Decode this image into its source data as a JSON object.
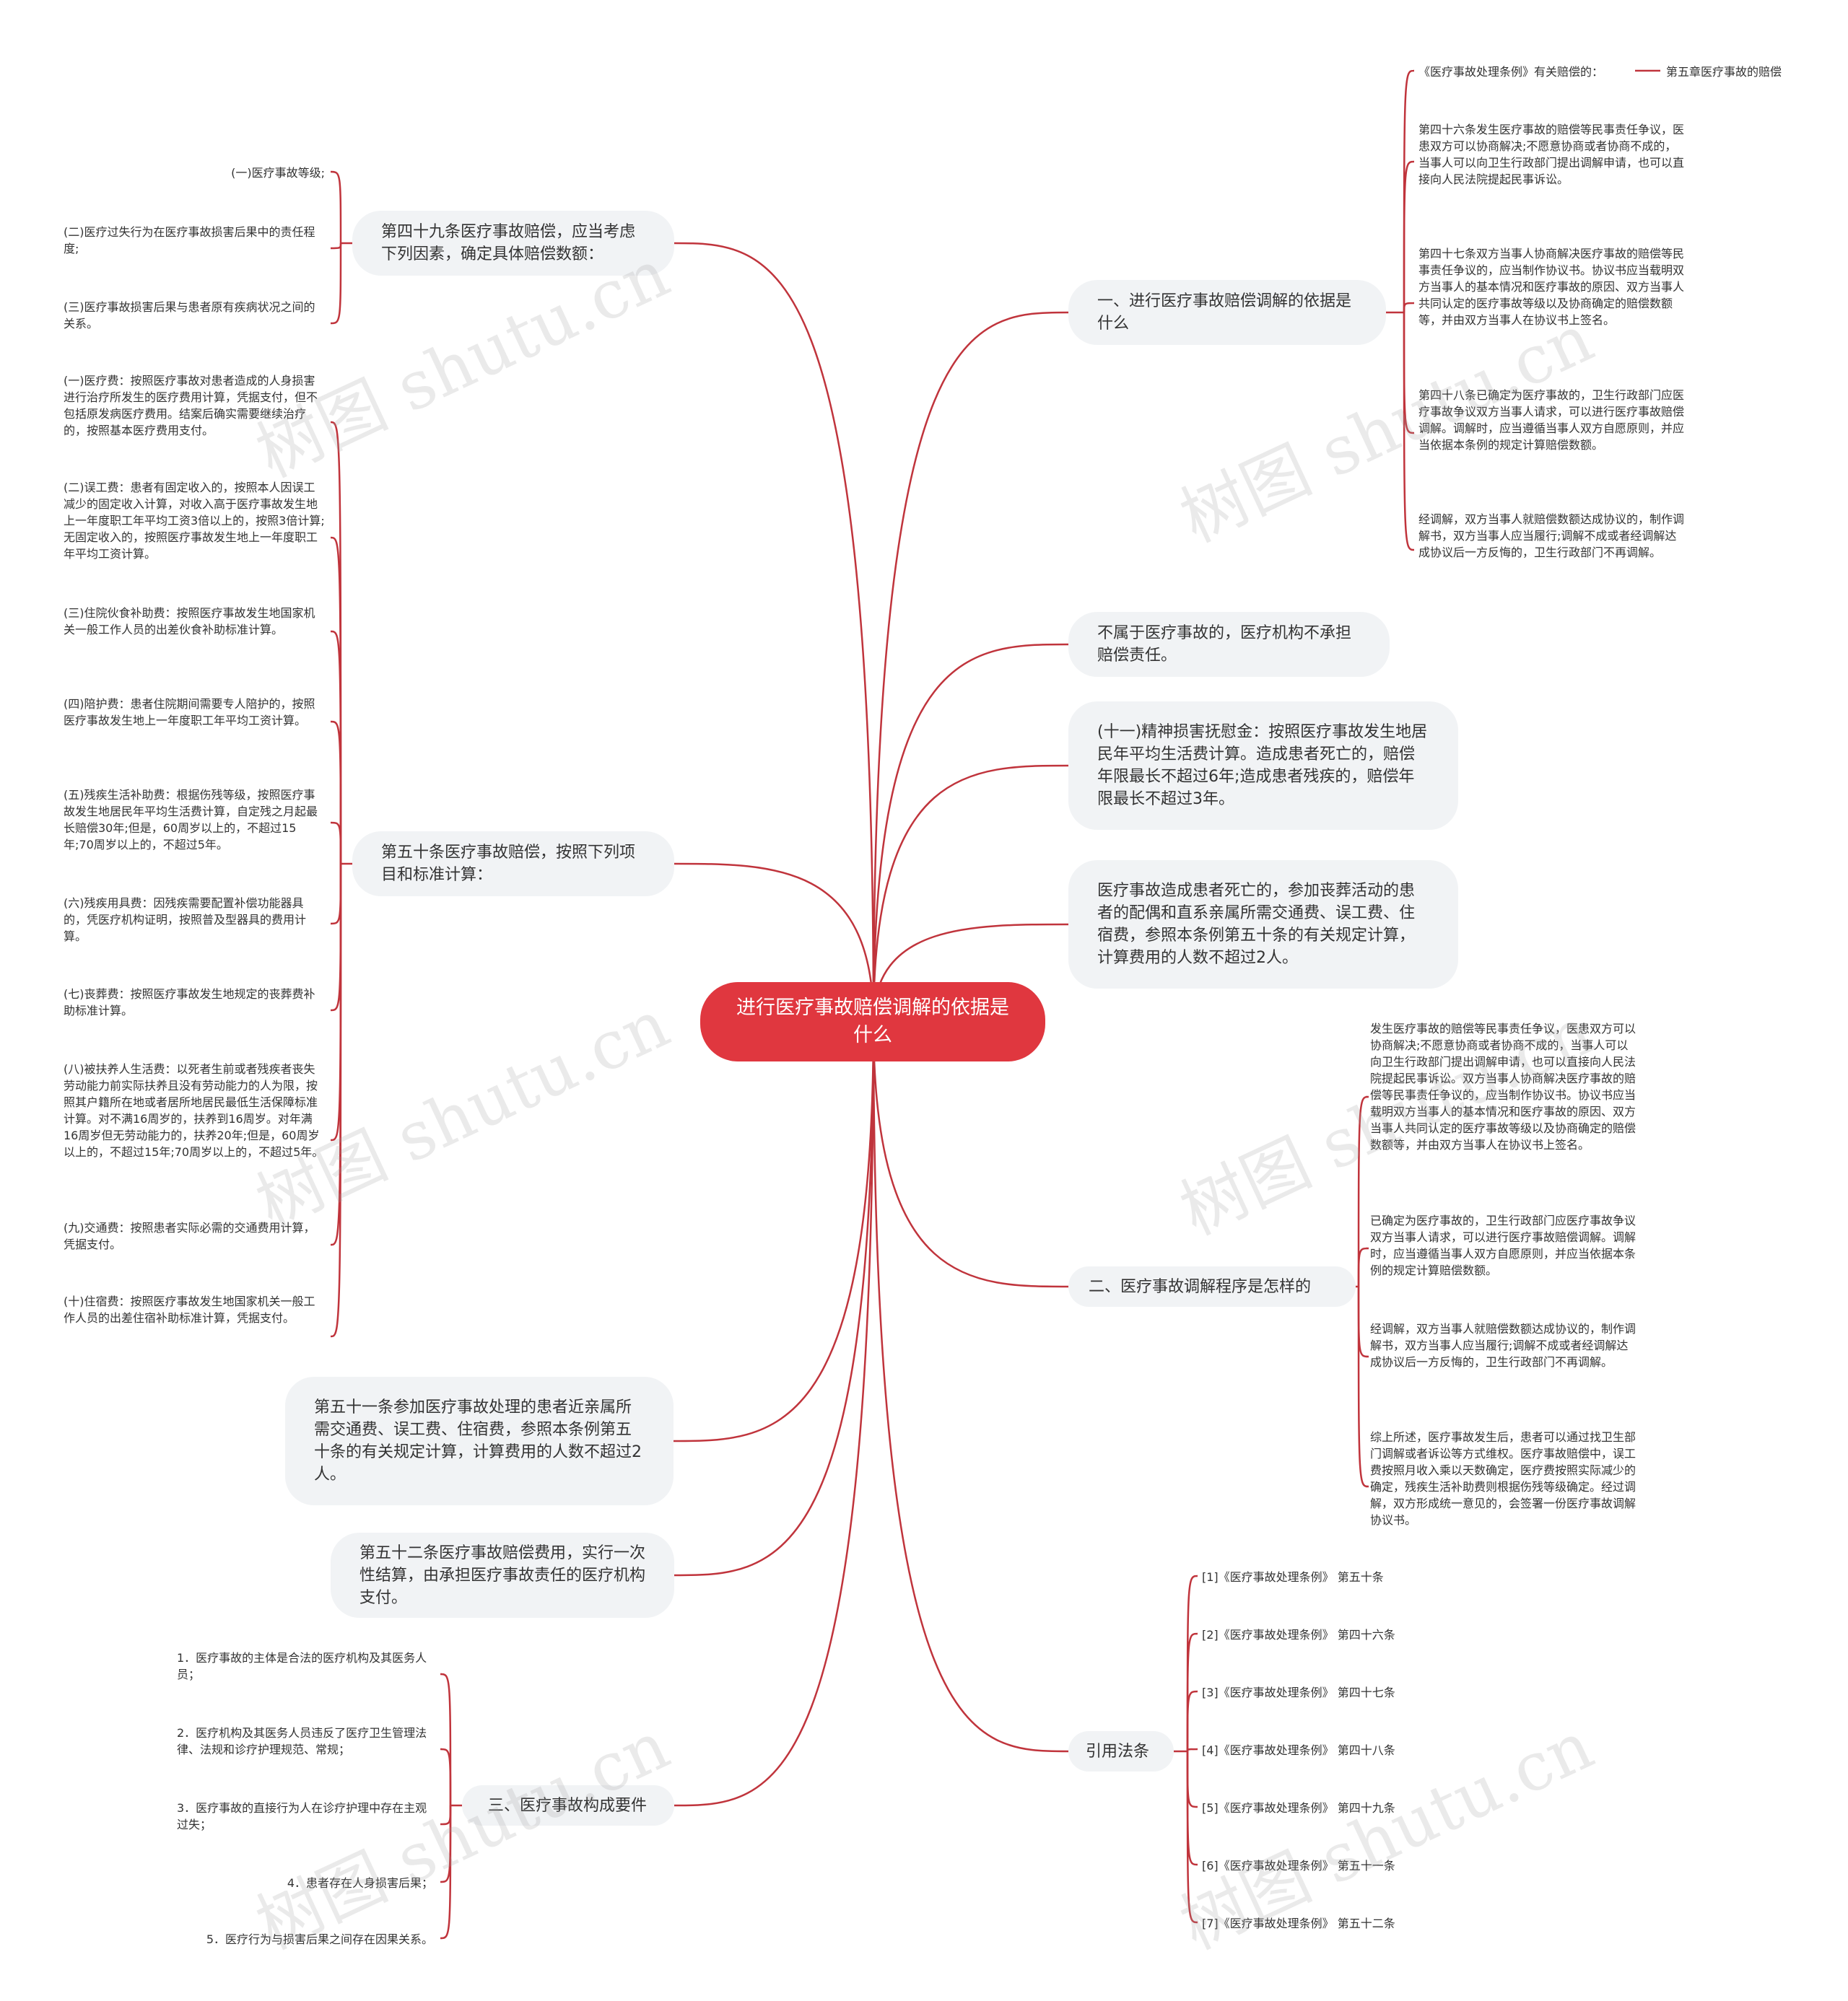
{
  "root": {
    "title": "进行医疗事故赔偿调解的依据是什么"
  },
  "watermark": "树图 shutu.cn",
  "colors": {
    "root": "#e0373f",
    "line": "#c0343c",
    "branch_bg": "#f1f3f5"
  },
  "left": {
    "b49": {
      "label": "第四十九条医疗事故赔偿，应当考虑下列因素，确定具体赔偿数额：",
      "items": [
        "(一)医疗事故等级;",
        "(二)医疗过失行为在医疗事故损害后果中的责任程度;",
        "(三)医疗事故损害后果与患者原有疾病状况之间的关系。"
      ]
    },
    "b50": {
      "label": "第五十条医疗事故赔偿，按照下列项目和标准计算：",
      "items": [
        "(一)医疗费：按照医疗事故对患者造成的人身损害进行治疗所发生的医疗费用计算，凭据支付，但不包括原发病医疗费用。结案后确实需要继续治疗的，按照基本医疗费用支付。",
        "(二)误工费：患者有固定收入的，按照本人因误工减少的固定收入计算，对收入高于医疗事故发生地上一年度职工年平均工资3倍以上的，按照3倍计算;无固定收入的，按照医疗事故发生地上一年度职工年平均工资计算。",
        "(三)住院伙食补助费：按照医疗事故发生地国家机关一般工作人员的出差伙食补助标准计算。",
        "(四)陪护费：患者住院期间需要专人陪护的，按照医疗事故发生地上一年度职工年平均工资计算。",
        "(五)残疾生活补助费：根据伤残等级，按照医疗事故发生地居民年平均生活费计算，自定残之月起最长赔偿30年;但是，60周岁以上的，不超过15年;70周岁以上的，不超过5年。",
        "(六)残疾用具费：因残疾需要配置补偿功能器具的，凭医疗机构证明，按照普及型器具的费用计算。",
        "(七)丧葬费：按照医疗事故发生地规定的丧葬费补助标准计算。",
        "(八)被扶养人生活费：以死者生前或者残疾者丧失劳动能力前实际扶养且没有劳动能力的人为限，按照其户籍所在地或者居所地居民最低生活保障标准计算。对不满16周岁的，扶养到16周岁。对年满16周岁但无劳动能力的，扶养20年;但是，60周岁以上的，不超过15年;70周岁以上的，不超过5年。",
        "(九)交通费：按照患者实际必需的交通费用计算，凭据支付。",
        "(十)住宿费：按照医疗事故发生地国家机关一般工作人员的出差住宿补助标准计算，凭据支付。"
      ]
    },
    "b51": {
      "label": "第五十一条参加医疗事故处理的患者近亲属所需交通费、误工费、住宿费，参照本条例第五十条的有关规定计算，计算费用的人数不超过2人。"
    },
    "b52": {
      "label": "第五十二条医疗事故赔偿费用，实行一次性结算，由承担医疗事故责任的医疗机构支付。"
    },
    "b3": {
      "label": "三、医疗事故构成要件",
      "items": [
        "1．医疗事故的主体是合法的医疗机构及其医务人员；",
        "2．医疗机构及其医务人员违反了医疗卫生管理法律、法规和诊疗护理规范、常规；",
        "3．医疗事故的直接行为人在诊疗护理中存在主观过失；",
        "4．患者存在人身损害后果；",
        "5．医疗行为与损害后果之间存在因果关系。"
      ]
    }
  },
  "right": {
    "b1": {
      "label": "一、进行医疗事故赔偿调解的依据是什么",
      "items": [
        "《医疗事故处理条例》有关赔偿的：",
        "第四十六条发生医疗事故的赔偿等民事责任争议，医患双方可以协商解决;不愿意协商或者协商不成的，当事人可以向卫生行政部门提出调解申请，也可以直接向人民法院提起民事诉讼。",
        "第四十七条双方当事人协商解决医疗事故的赔偿等民事责任争议的，应当制作协议书。协议书应当载明双方当事人的基本情况和医疗事故的原因、双方当事人共同认定的医疗事故等级以及协商确定的赔偿数额等，并由双方当事人在协议书上签名。",
        "第四十八条已确定为医疗事故的，卫生行政部门应医疗事故争议双方当事人请求，可以进行医疗事故赔偿调解。调解时，应当遵循当事人双方自愿原则，并应当依据本条例的规定计算赔偿数额。",
        "经调解，双方当事人就赔偿数额达成协议的，制作调解书，双方当事人应当履行;调解不成或者经调解达成协议后一方反悔的，卫生行政部门不再调解。"
      ],
      "sub": "第五章医疗事故的赔偿"
    },
    "bNot": {
      "label": "不属于医疗事故的，医疗机构不承担赔偿责任。"
    },
    "b11": {
      "label": "(十一)精神损害抚慰金：按照医疗事故发生地居民年平均生活费计算。造成患者死亡的，赔偿年限最长不超过6年;造成患者残疾的，赔偿年限最长不超过3年。"
    },
    "bDeath": {
      "label": "医疗事故造成患者死亡的，参加丧葬活动的患者的配偶和直系亲属所需交通费、误工费、住宿费，参照本条例第五十条的有关规定计算，计算费用的人数不超过2人。"
    },
    "b2": {
      "label": "二、医疗事故调解程序是怎样的",
      "items": [
        "发生医疗事故的赔偿等民事责任争议，医患双方可以协商解决;不愿意协商或者协商不成的，当事人可以向卫生行政部门提出调解申请，也可以直接向人民法院提起民事诉讼。双方当事人协商解决医疗事故的赔偿等民事责任争议的，应当制作协议书。协议书应当载明双方当事人的基本情况和医疗事故的原因、双方当事人共同认定的医疗事故等级以及协商确定的赔偿数额等，并由双方当事人在协议书上签名。",
        "已确定为医疗事故的，卫生行政部门应医疗事故争议双方当事人请求，可以进行医疗事故赔偿调解。调解时，应当遵循当事人双方自愿原则，并应当依据本条例的规定计算赔偿数额。",
        "经调解，双方当事人就赔偿数额达成协议的，制作调解书，双方当事人应当履行;调解不成或者经调解达成协议后一方反悔的，卫生行政部门不再调解。",
        "综上所述，医疗事故发生后，患者可以通过找卫生部门调解或者诉讼等方式维权。医疗事故赔偿中，误工费按照月收入乘以天数确定，医疗费按照实际减少的确定，残疾生活补助费则根据伤残等级确定。经过调解，双方形成统一意见的，会签署一份医疗事故调解协议书。"
      ]
    },
    "bRef": {
      "label": "引用法条",
      "items": [
        "[1]《医疗事故处理条例》 第五十条",
        "[2]《医疗事故处理条例》 第四十六条",
        "[3]《医疗事故处理条例》 第四十七条",
        "[4]《医疗事故处理条例》 第四十八条",
        "[5]《医疗事故处理条例》 第四十九条",
        "[6]《医疗事故处理条例》 第五十一条",
        "[7]《医疗事故处理条例》 第五十二条"
      ]
    }
  }
}
